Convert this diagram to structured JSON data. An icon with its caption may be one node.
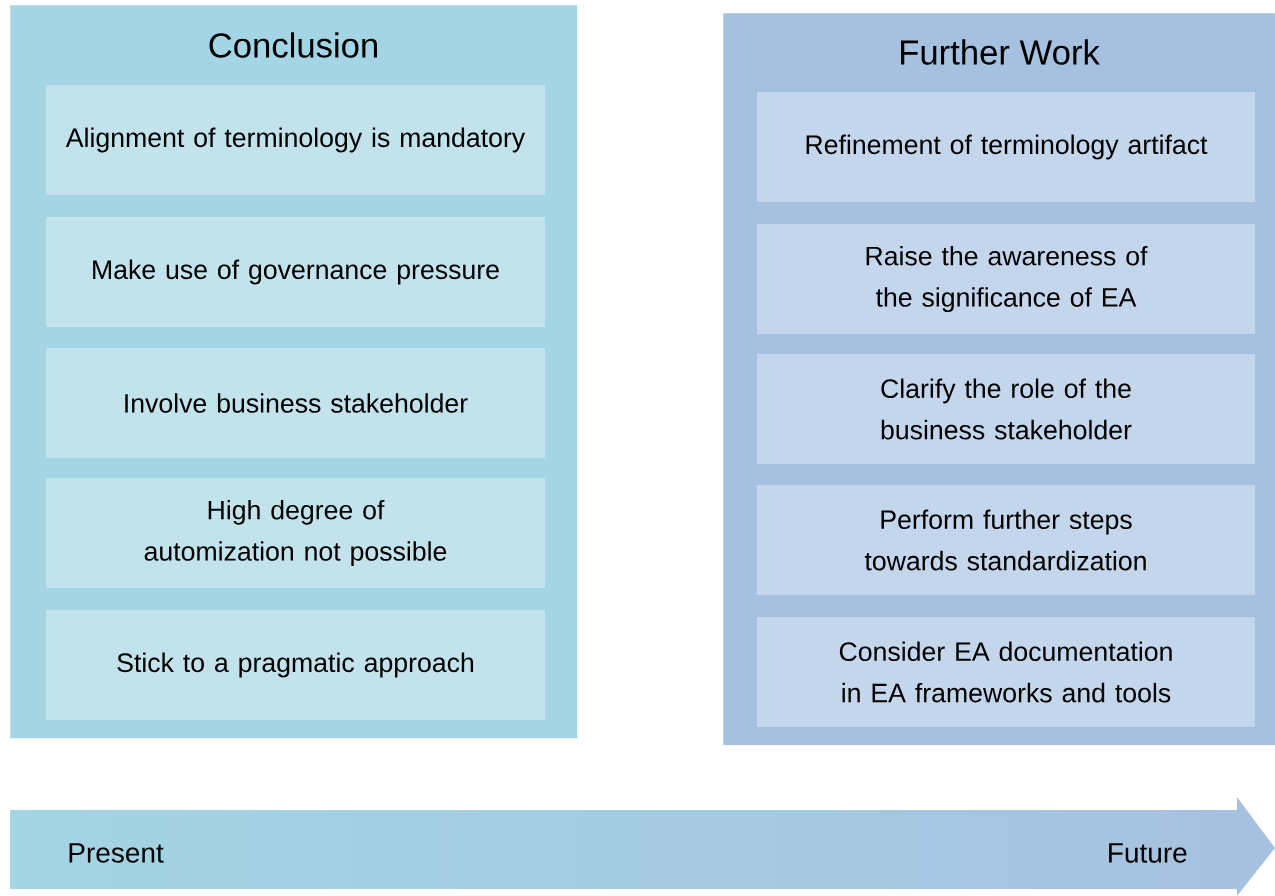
{
  "diagram": {
    "nodes": [
      {
        "text": [
          "Conclusion"
        ]
      },
      {
        "text": [
          "Alignment of terminology is mandatory"
        ],
        "in": 0
      },
      {
        "text": [
          "Make use of governance pressure"
        ],
        "in": 0
      },
      {
        "text": [
          "Involve business stakeholder"
        ],
        "in": 0
      },
      {
        "text": [
          "High degree of automization not possible"
        ],
        "in": 0
      },
      {
        "text": [
          "Stick to a pragmatic approach"
        ],
        "in": 0
      },
      {
        "text": [
          "Further Work"
        ]
      },
      {
        "text": [
          "Refinement of terminology artifact"
        ],
        "in": 6
      },
      {
        "text": [
          "Raise the awareness of the significance of EA"
        ],
        "in": 6
      },
      {
        "text": [
          "Clarify the role of the business stakeholder"
        ],
        "in": 6
      },
      {
        "text": [
          "Perform further steps towards standardization"
        ],
        "in": 6
      },
      {
        "text": [
          "Consider EA documentation in EA frameworks and tools"
        ],
        "in": 6
      },
      {
        "text": [
          "Present",
          "Future"
        ]
      }
    ]
  }
}
